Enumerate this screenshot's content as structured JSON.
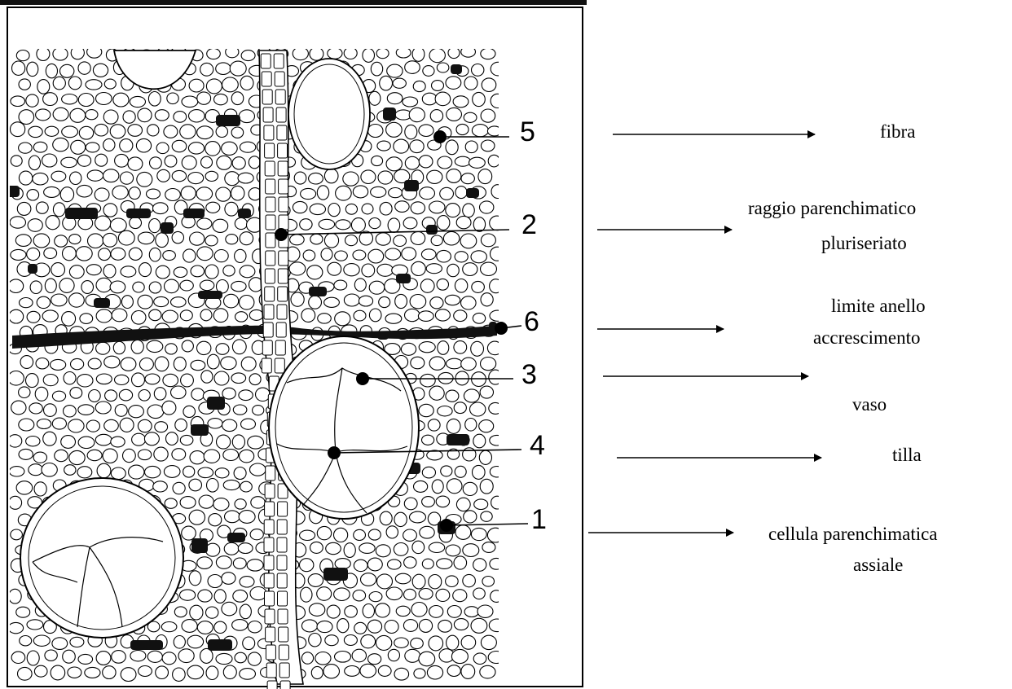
{
  "callouts": [
    {
      "number": "5",
      "label": "fibra",
      "label2": ""
    },
    {
      "number": "2",
      "label": "raggio  parenchimatico",
      "label2": "pluriseriato"
    },
    {
      "number": "6",
      "label": "limite anello",
      "label2": "accrescimento"
    },
    {
      "number": "3",
      "label": "vaso",
      "label2": ""
    },
    {
      "number": "4",
      "label": "tilla",
      "label2": ""
    },
    {
      "number": "1",
      "label": "cellula parenchimatica",
      "label2": "assiale"
    }
  ]
}
